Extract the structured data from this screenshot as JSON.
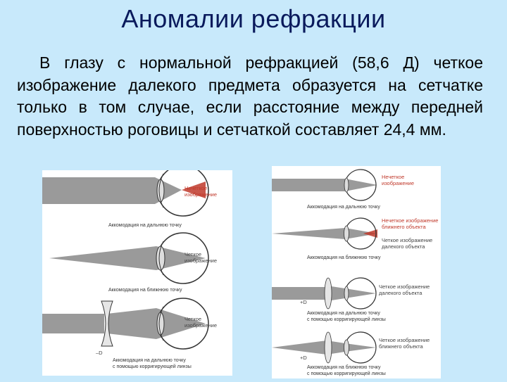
{
  "slide": {
    "title": "Аномалии рефракции",
    "paragraph": "В глазу с нормальной рефракцией (58,6 Д) четкое изображение далекого предмета образуется на сетчатке только в том случае, если расстояние между передней поверхностью роговицы и сетчаткой составляет 24,4 мм."
  },
  "figure_left": {
    "panel1": {
      "label_l1": "Нечеткое",
      "label_l2": "изображение",
      "caption": "Аккомодация на дальнюю точку"
    },
    "panel2": {
      "label_l1": "Четкое",
      "label_l2": "изображение",
      "caption": "Аккомодация на ближнюю точку"
    },
    "panel3": {
      "label_l1": "Четкое",
      "label_l2": "изображение",
      "lens_mark": "–D",
      "caption_l1": "Аккомодация на дальнюю точку",
      "caption_l2": "с помощью корригирующей линзы"
    }
  },
  "figure_right": {
    "panel1": {
      "label_l1": "Нечеткое",
      "label_l2": "изображение",
      "caption": "Аккомодация на дальнюю точку"
    },
    "panel2": {
      "label_l1": "Нечеткое изображение",
      "label_l2": "ближнего объекта",
      "label_l3": "Четкое изображение",
      "label_l4": "далекого объекта",
      "caption": "Аккомодация на ближнюю точку"
    },
    "panel3": {
      "label_l1": "Четкое изображение",
      "label_l2": "далекого объекта",
      "lens_mark": "+D",
      "caption_l1": "Аккомодация на дальнюю точку",
      "caption_l2": "с помощью корригирующей линзы"
    },
    "panel4": {
      "label_l1": "Четкое изображение",
      "label_l2": "ближнего объекта",
      "lens_mark": "+D",
      "caption_l1": "Аккомодация на ближнюю точку",
      "caption_l2": "с помощью корригирующей линзы"
    }
  }
}
